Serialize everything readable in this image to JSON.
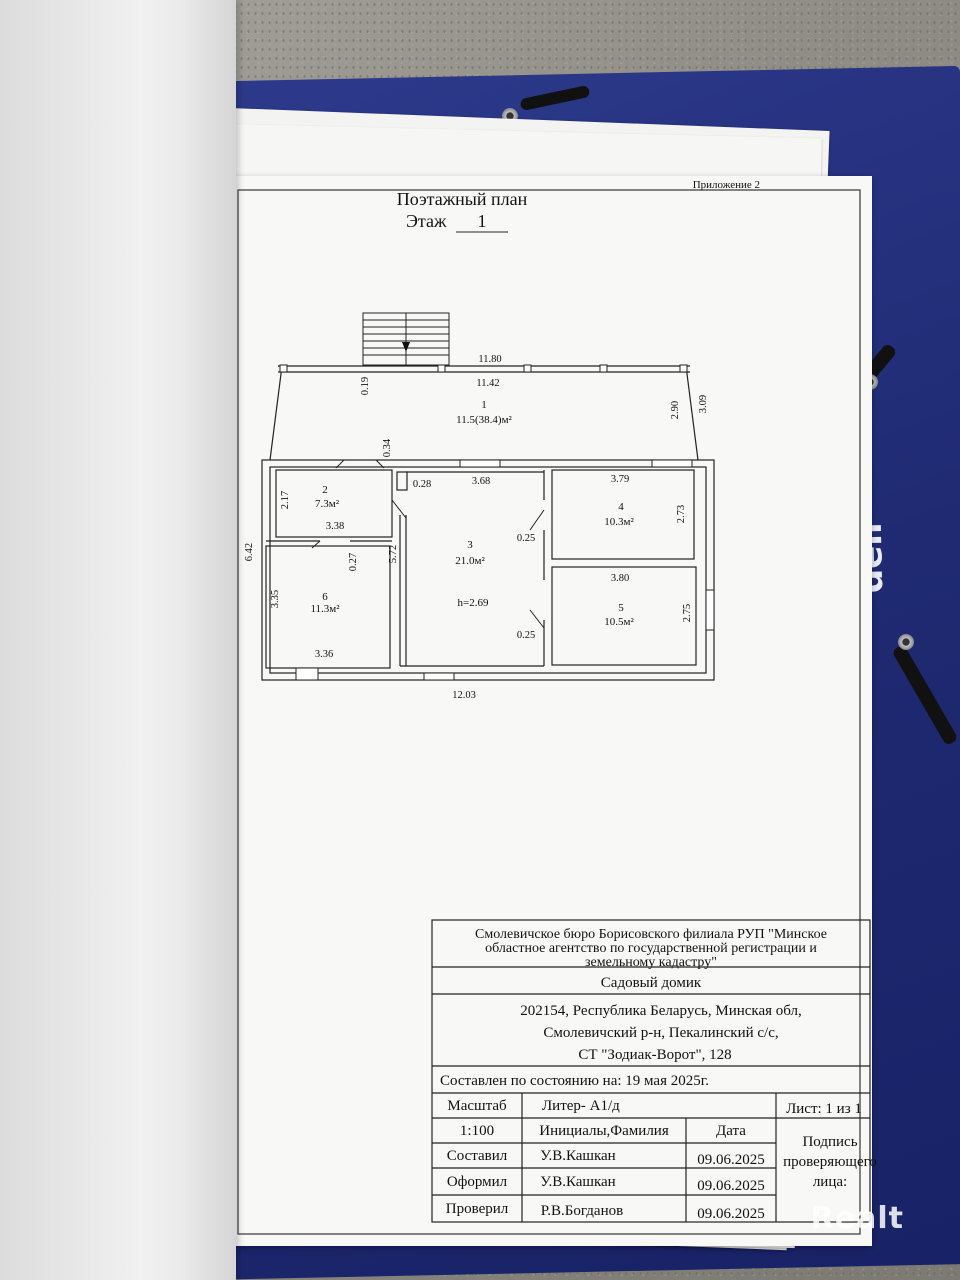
{
  "annex": "Приложение 2",
  "plan_title": "Поэтажный план",
  "floor_label": "Этаж",
  "floor_number": "1",
  "rooms": [
    {
      "num": "1",
      "area": "11.5(38.4)м²"
    },
    {
      "num": "2",
      "area": "7.3м²"
    },
    {
      "num": "3",
      "area": "21.0м²",
      "height": "h=2.69"
    },
    {
      "num": "4",
      "area": "10.3м²"
    },
    {
      "num": "5",
      "area": "10.5м²"
    },
    {
      "num": "6",
      "area": "11.3м²"
    }
  ],
  "dimensions": {
    "top_outer": "11.80",
    "top_inner": "11.42",
    "porch_small": "0.19",
    "porch_right_in": "2.90",
    "porch_right_out": "3.09",
    "wall_034": "0.34",
    "wall_028": "0.28",
    "r3_top": "3.68",
    "r4_top": "3.79",
    "r4_right": "2.73",
    "r2_left": "2.17",
    "r2_bottom": "3.38",
    "left_total": "6.42",
    "r6_top_gap": "0.27",
    "r3_left": "5.72",
    "gap_025_a": "0.25",
    "r5_top": "3.80",
    "r5_right": "2.75",
    "r6_left": "3.35",
    "r6_bottom": "3.36",
    "gap_025_b": "0.25",
    "bottom_total": "12.03"
  },
  "stamp": {
    "org": [
      "Смолевичское бюро Борисовского филиала РУП \"Минское",
      "областное агентство по государственной регистрации и",
      "земельному кадастру\""
    ],
    "object": "Садовый домик",
    "address": [
      "202154, Республика Беларусь, Минская обл,",
      "Смолевичский р-н, Пекалинский с/с,",
      "СТ \"Зодиак-Ворот\", 128"
    ],
    "state": "Составлен по состоянию на: 19 мая 2025г.",
    "scale_label": "Масштаб",
    "scale": "1:100",
    "liter": "Литер- А1/д",
    "sheet": "Лист: 1 из 1",
    "col_name": "Инициалы,Фамилия",
    "col_date": "Дата",
    "sign_label": [
      "Подпись",
      "проверяющего",
      "лица:"
    ],
    "rows": [
      {
        "role": "Составил",
        "name": "У.В.Кашкан",
        "date": "09.06.2025"
      },
      {
        "role": "Оформил",
        "name": "У.В.Кашкан",
        "date": "09.06.2025"
      },
      {
        "role": "Проверил",
        "name": "Р.В.Богданов",
        "date": "09.06.2025"
      }
    ]
  },
  "folder_brand": "deli",
  "watermark": "Realt"
}
